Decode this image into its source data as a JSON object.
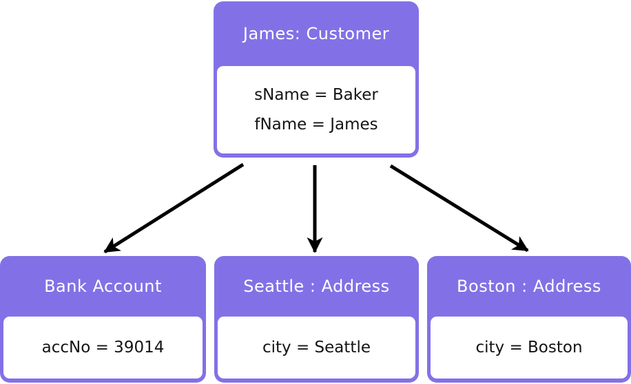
{
  "diagram": {
    "type": "uml-object-diagram",
    "colors": {
      "box_fill": "#8271E6",
      "header_text": "#ffffff",
      "body_text": "#141414",
      "arrow": "#000000",
      "background": "#ffffff"
    },
    "objects": [
      {
        "id": "customer",
        "header": "James: Customer",
        "attributes": [
          "sName = Baker",
          "fName = James"
        ]
      },
      {
        "id": "bank-account",
        "header": "Bank Account",
        "attributes": [
          "accNo = 39014"
        ]
      },
      {
        "id": "seattle-address",
        "header": "Seattle : Address",
        "attributes": [
          "city = Seattle"
        ]
      },
      {
        "id": "boston-address",
        "header": "Boston : Address",
        "attributes": [
          "city = Boston"
        ]
      }
    ],
    "links": [
      {
        "from": "customer",
        "to": "bank-account"
      },
      {
        "from": "customer",
        "to": "seattle-address"
      },
      {
        "from": "customer",
        "to": "boston-address"
      }
    ]
  }
}
